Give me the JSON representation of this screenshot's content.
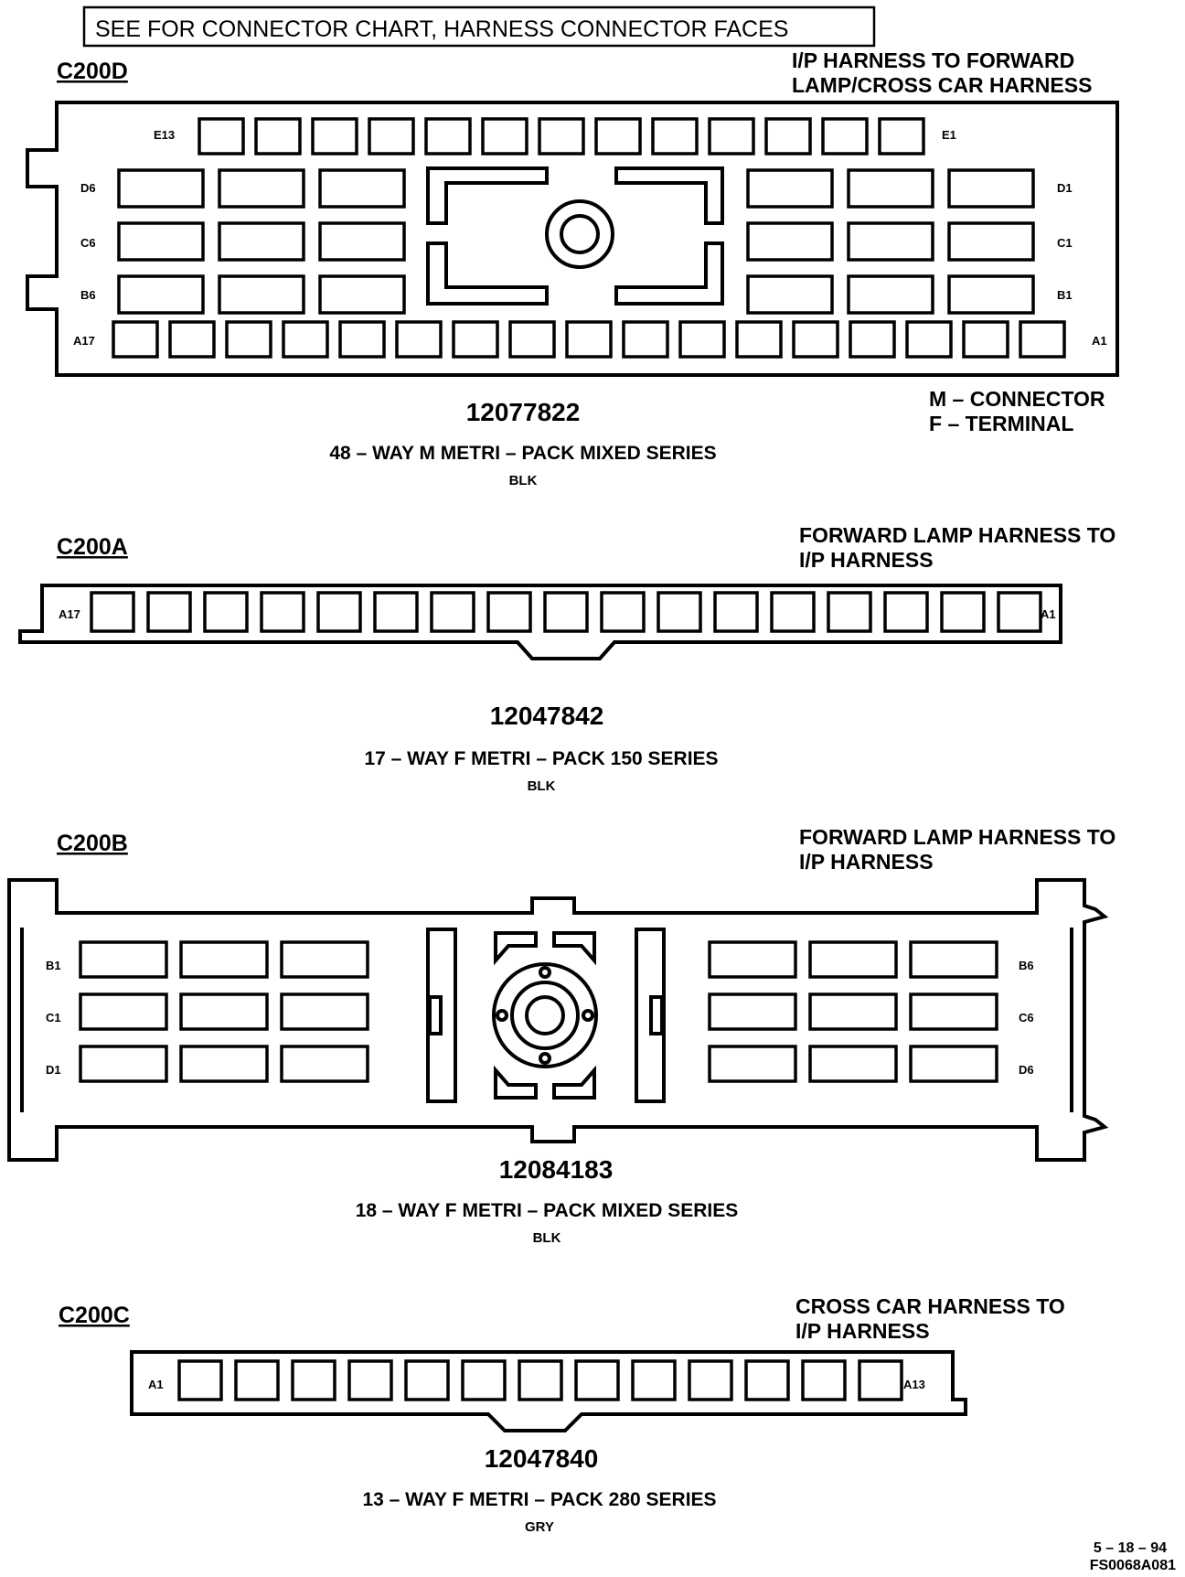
{
  "header_note": "SEE  FOR CONNECTOR CHART,   HARNESS CONNECTOR FACES",
  "connectors": [
    {
      "id": "C200D",
      "description_lines": [
        "I/P HARNESS  TO FORWARD",
        "LAMP/CROSS CAR HARNESS"
      ],
      "part_number": "12077822",
      "type_text": "48 – WAY M METRI – PACK MIXED SERIES",
      "color": "BLK",
      "gender_lines": [
        "M – CONNECTOR",
        "F – TERMINAL"
      ],
      "pin_labels": {
        "e_left": "E13",
        "e_right": "E1",
        "d_left": "D6",
        "d_right": "D1",
        "c_left": "C6",
        "c_right": "C1",
        "b_left": "B6",
        "b_right": "B1",
        "a_left": "A17",
        "a_right": "A1"
      },
      "cavity_counts": {
        "row_e": 13,
        "rows_bcd_per_side": 3,
        "row_a": 17
      }
    },
    {
      "id": "C200A",
      "description_lines": [
        "FORWARD LAMP HARNESS TO",
        "I/P HARNESS"
      ],
      "part_number": "12047842",
      "type_text": "17 – WAY F METRI – PACK 150 SERIES",
      "color": "BLK",
      "pin_labels": {
        "left": "A17",
        "right": "A1"
      },
      "cavity_count": 17
    },
    {
      "id": "C200B",
      "description_lines": [
        "FORWARD LAMP HARNESS TO",
        "I/P HARNESS"
      ],
      "part_number": "12084183",
      "type_text": "18 – WAY F METRI – PACK MIXED SERIES",
      "color": "BLK",
      "pin_labels": {
        "b_left": "B1",
        "c_left": "C1",
        "d_left": "D1",
        "b_right": "B6",
        "c_right": "C6",
        "d_right": "D6"
      },
      "cavities_per_side_row": 3
    },
    {
      "id": "C200C",
      "description_lines": [
        "CROSS CAR HARNESS TO",
        "I/P HARNESS"
      ],
      "part_number": "12047840",
      "type_text": "13 – WAY F METRI – PACK 280 SERIES",
      "color": "GRY",
      "pin_labels": {
        "left": "A1",
        "right": "A13"
      },
      "cavity_count": 13
    }
  ],
  "footer": {
    "date": "5 – 18 – 94",
    "code": "FS0068A081"
  }
}
